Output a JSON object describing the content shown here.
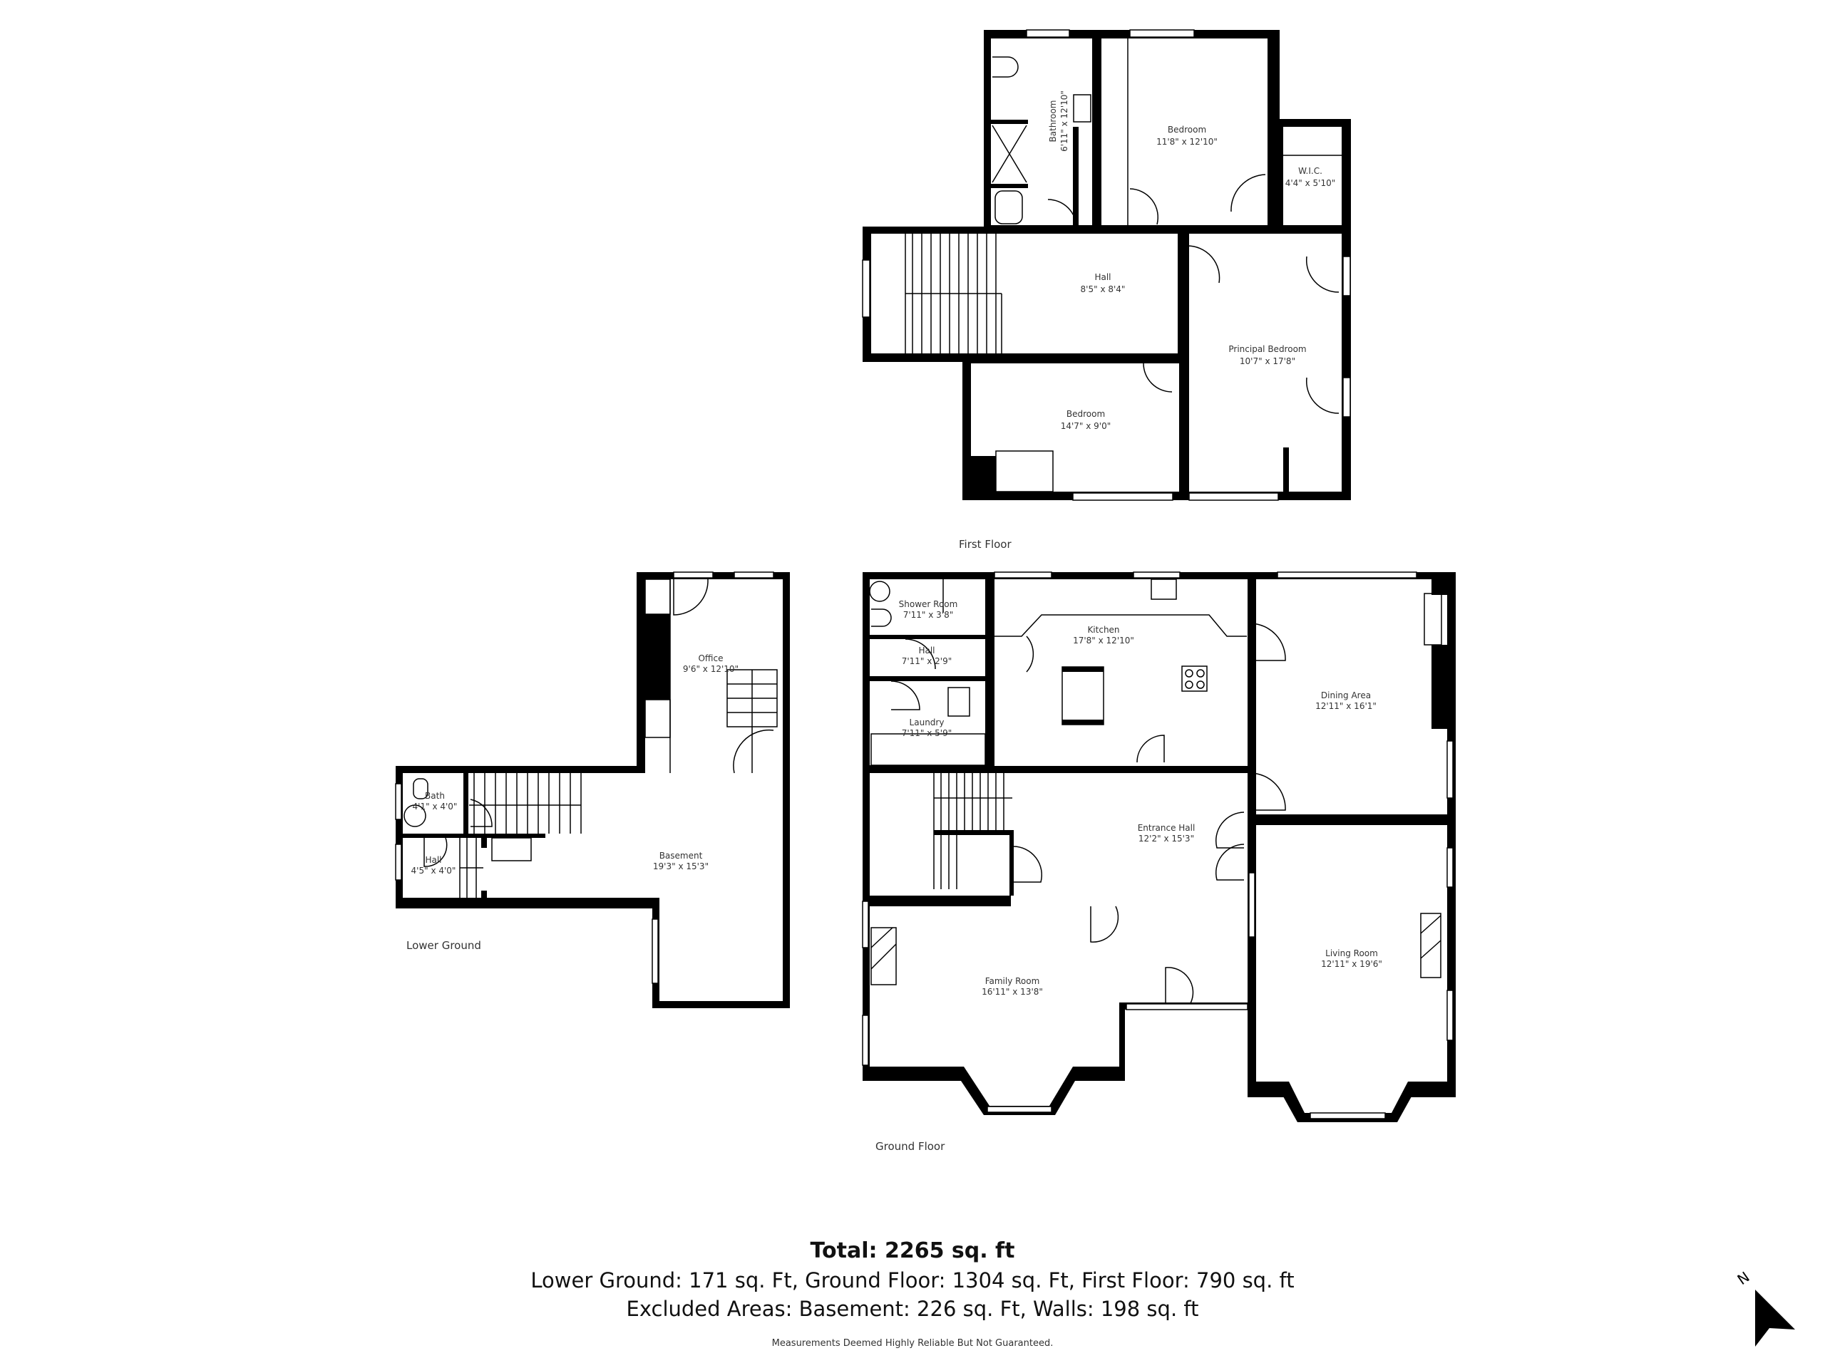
{
  "floors": {
    "first_floor": {
      "label": "First Floor",
      "rooms": [
        {
          "name": "Bathroom",
          "dims": "6'11\" x 12'10\""
        },
        {
          "name": "Bedroom",
          "dims": "11'8\" x 12'10\""
        },
        {
          "name": "W.I.C.",
          "dims": "4'4\" x 5'10\""
        },
        {
          "name": "Hall",
          "dims": "8'5\" x 8'4\""
        },
        {
          "name": "Principal Bedroom",
          "dims": "10'7\" x 17'8\""
        },
        {
          "name": "Bedroom",
          "dims": "14'7\" x 9'0\""
        }
      ]
    },
    "ground_floor": {
      "label": "Ground Floor",
      "rooms": [
        {
          "name": "Shower Room",
          "dims": "7'11\" x 3'8\""
        },
        {
          "name": "Hall",
          "dims": "7'11\" x 2'9\""
        },
        {
          "name": "Laundry",
          "dims": "7'11\" x 5'9\""
        },
        {
          "name": "Kitchen",
          "dims": "17'8\" x 12'10\""
        },
        {
          "name": "Dining Area",
          "dims": "12'11\" x 16'1\""
        },
        {
          "name": "Entrance Hall",
          "dims": "12'2\" x 15'3\""
        },
        {
          "name": "Family Room",
          "dims": "16'11\" x 13'8\""
        },
        {
          "name": "Living Room",
          "dims": "12'11\" x 19'6\""
        }
      ]
    },
    "lower_ground": {
      "label": "Lower Ground",
      "rooms": [
        {
          "name": "Office",
          "dims": "9'6\" x 12'10\""
        },
        {
          "name": "Bath",
          "dims": "4'1\" x 4'0\""
        },
        {
          "name": "Hall",
          "dims": "4'5\" x 4'0\""
        },
        {
          "name": "Basement",
          "dims": "19'3\" x 15'3\""
        }
      ]
    }
  },
  "summary": {
    "total": "Total: 2265 sq. ft",
    "breakdown": "Lower Ground: 171 sq. Ft, Ground Floor: 1304 sq. Ft, First Floor: 790 sq. ft",
    "excluded": "Excluded Areas: Basement: 226 sq. Ft, Walls: 198 sq. ft",
    "disclaimer": "Measurements Deemed Highly Reliable But Not Guaranteed."
  },
  "compass": {
    "label": "N",
    "icon": "north-arrow-icon"
  }
}
